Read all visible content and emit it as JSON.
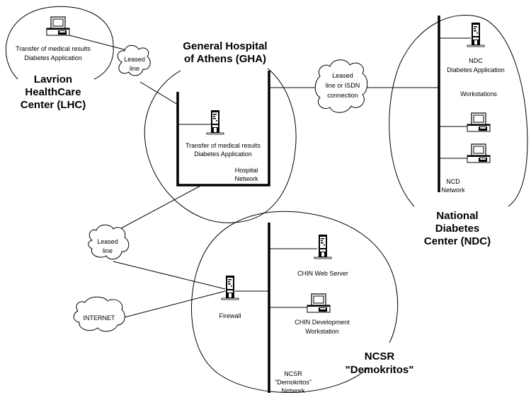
{
  "sites": {
    "lhc": {
      "title": [
        "Lavrion",
        "HealthCare",
        "Center (LHC)"
      ],
      "pc_label": [
        "Transfer of medical results",
        "Diabetes Application"
      ]
    },
    "gha": {
      "title": [
        "General Hospital",
        "of Athens (GHA)"
      ],
      "server_label": [
        "Transfer of medical results",
        "Diabetes Application"
      ],
      "network_label": [
        "Hospital",
        "Network"
      ]
    },
    "ndc": {
      "title": [
        "National",
        "Diabetes",
        "Center (NDC)"
      ],
      "server_label": [
        "NDC",
        "Diabetes Application"
      ],
      "workstations_label": "Workstations",
      "network_label": [
        "NCD",
        "Network"
      ]
    },
    "ncsr": {
      "title": [
        "NCSR",
        "\"Demokritos\""
      ],
      "web_server_label": "CHIN Web Server",
      "dev_ws_label": [
        "CHIN Development",
        "Workstation"
      ],
      "firewall_label": "Firewall",
      "network_label": [
        "NCSR",
        "\"Demokritos\"",
        "Network"
      ]
    }
  },
  "links": {
    "lhc_gha": [
      "Leased",
      "line"
    ],
    "gha_ndc": [
      "Leased",
      "line or ISDN",
      "connection"
    ],
    "gha_ncsr": [
      "Leased",
      "line"
    ],
    "internet": "INTERNET"
  }
}
